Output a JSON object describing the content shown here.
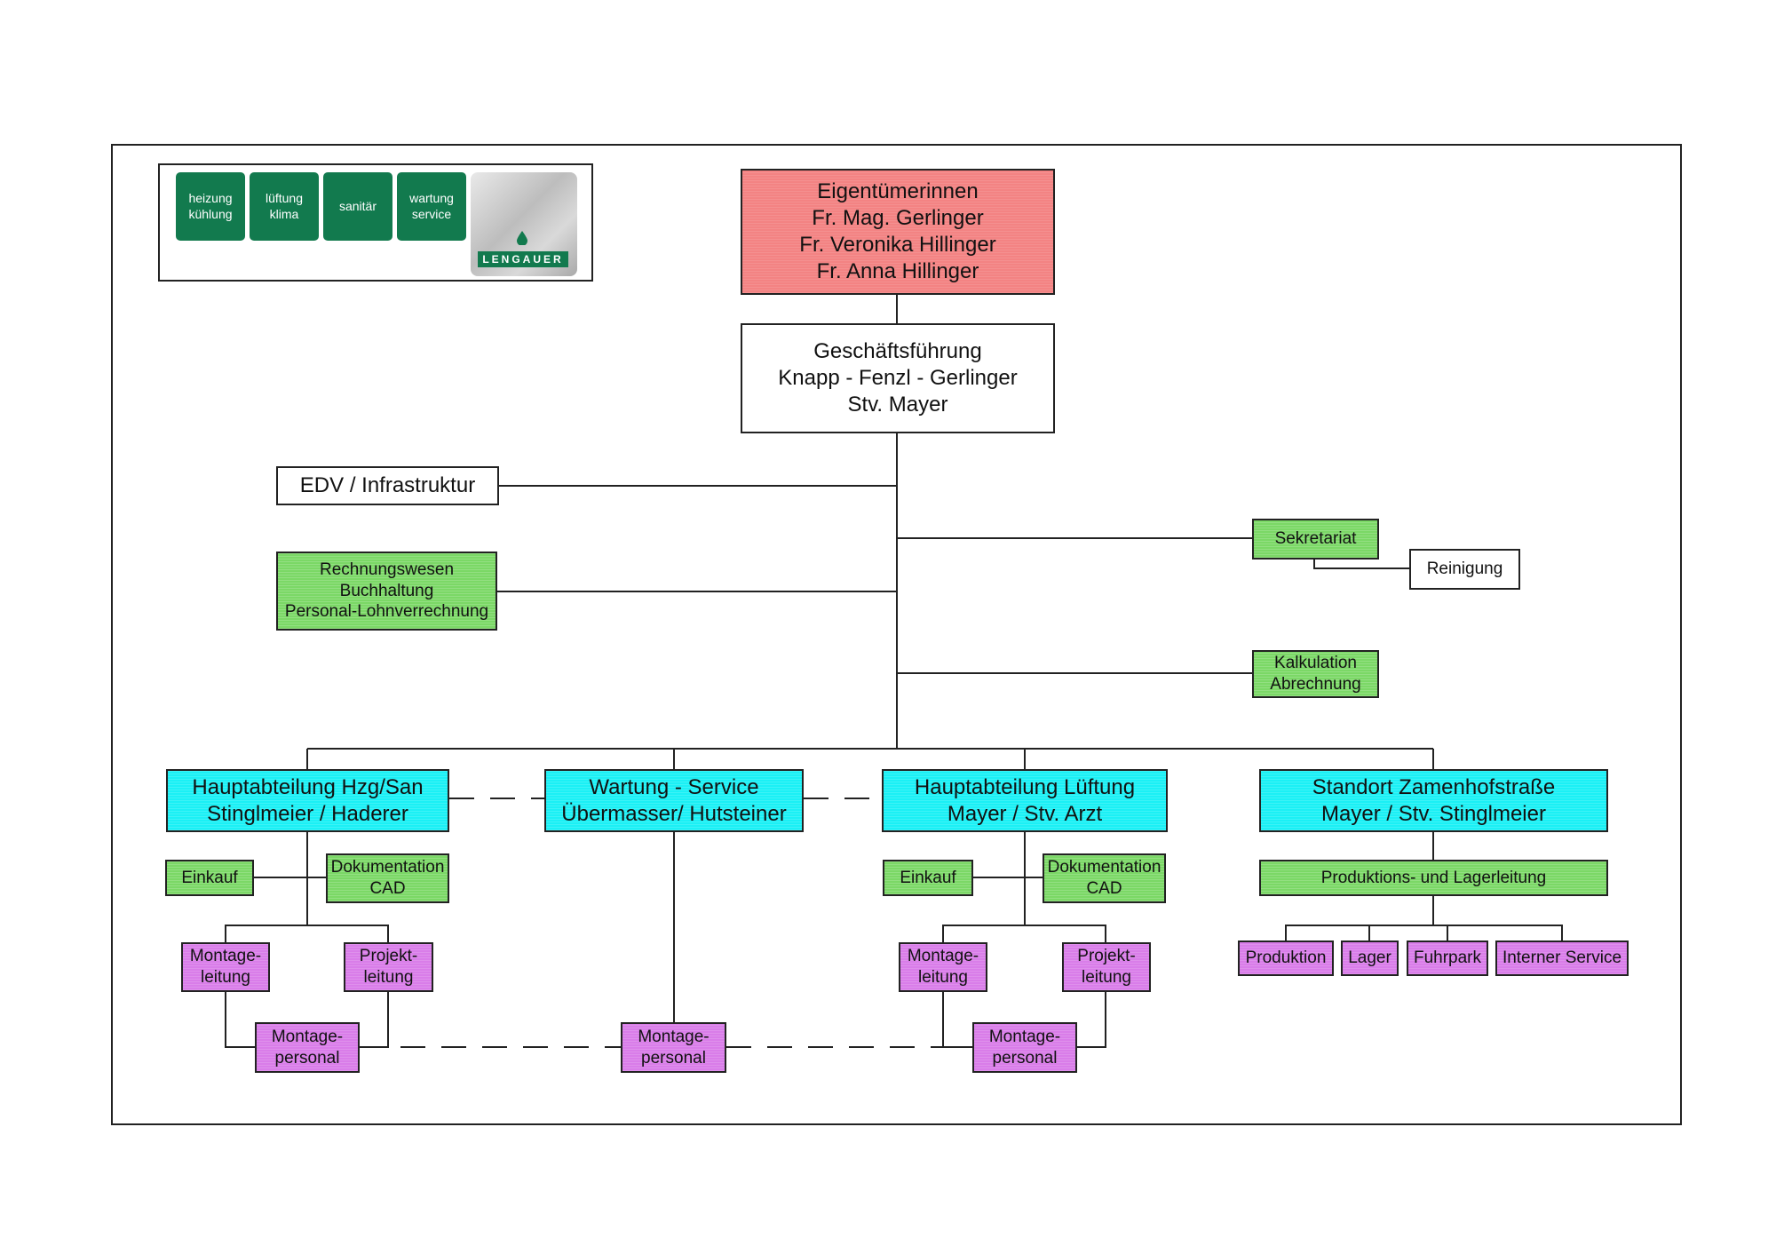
{
  "logo": {
    "tiles": [
      {
        "line1": "heizung",
        "line2": "kühlung"
      },
      {
        "line1": "lüftung",
        "line2": "klima"
      },
      {
        "line1": "sanitär",
        "line2": ""
      },
      {
        "line1": "wartung",
        "line2": "service"
      }
    ],
    "brand": "LENGAUER"
  },
  "owners": {
    "title": "Eigentümerinnen",
    "names": [
      "Fr. Mag. Gerlinger",
      "Fr. Veronika Hillinger",
      "Fr. Anna Hillinger"
    ]
  },
  "management": {
    "title": "Geschäftsführung",
    "line2": "Knapp - Fenzl - Gerlinger",
    "line3": "Stv. Mayer"
  },
  "staff_left": {
    "edv": "EDV / Infrastruktur",
    "accounting": [
      "Rechnungswesen",
      "Buchhaltung",
      "Personal-Lohnverrechnung"
    ]
  },
  "staff_right": {
    "secretariat": "Sekretariat",
    "cleaning": "Reinigung",
    "calculation": [
      "Kalkulation",
      "Abrechnung"
    ]
  },
  "departments": {
    "hzg_san": {
      "title": "Hauptabteilung Hzg/San",
      "heads": "Stinglmeier / Haderer",
      "purchase": "Einkauf",
      "documentation": [
        "Dokumentation",
        "CAD"
      ],
      "assembly_lead": [
        "Montage-",
        "leitung"
      ],
      "project_lead": [
        "Projekt-",
        "leitung"
      ],
      "assembly_staff": [
        "Montage-",
        "personal"
      ]
    },
    "service": {
      "title": "Wartung - Service",
      "heads": "Übermasser/ Hutsteiner",
      "assembly_staff": [
        "Montage-",
        "personal"
      ]
    },
    "ventilation": {
      "title": "Hauptabteilung Lüftung",
      "heads": "Mayer / Stv. Arzt",
      "purchase": "Einkauf",
      "documentation": [
        "Dokumentation",
        "CAD"
      ],
      "assembly_lead": [
        "Montage-",
        "leitung"
      ],
      "project_lead": [
        "Projekt-",
        "leitung"
      ],
      "assembly_staff": [
        "Montage-",
        "personal"
      ]
    },
    "site": {
      "title": "Standort Zamenhofstraße",
      "heads": "Mayer / Stv. Stinglmeier",
      "production_lead": "Produktions- und Lagerleitung",
      "units": [
        "Produktion",
        "Lager",
        "Fuhrpark",
        "Interner Service"
      ]
    }
  },
  "colors": {
    "owners": "#f38383",
    "staff": "#7bd866",
    "department": "#1bf0f5",
    "operational": "#d97de9",
    "logo": "#127a4e",
    "line": "#222222"
  }
}
